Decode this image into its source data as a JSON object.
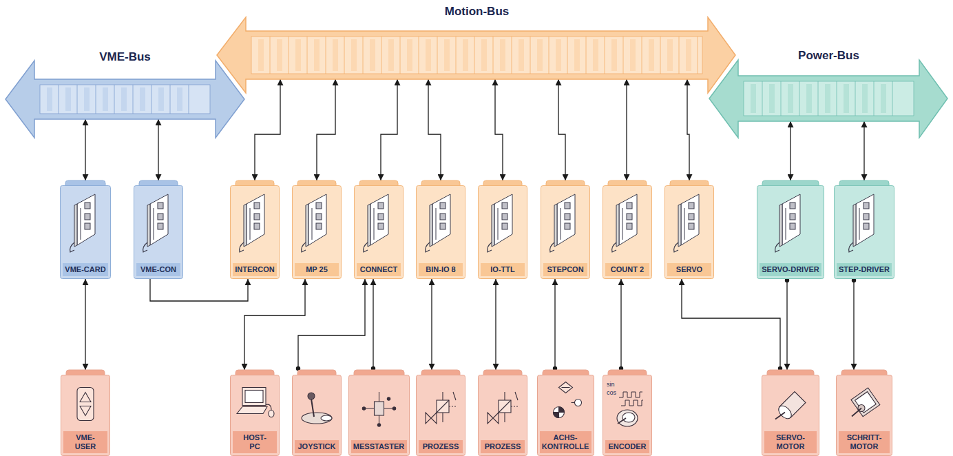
{
  "diagram": {
    "nodes": [
      {
        "text": [
          "VME-Bus"
        ]
      },
      {
        "text": [
          "Motion-Bus"
        ]
      },
      {
        "text": [
          "Power-Bus"
        ]
      },
      {
        "text": [
          "VME-CARD"
        ]
      },
      {
        "text": [
          "VME-CON"
        ]
      },
      {
        "text": [
          "INTERCON"
        ]
      },
      {
        "text": [
          "MP 25"
        ]
      },
      {
        "text": [
          "CONNECT"
        ]
      },
      {
        "text": [
          "BIN-IO 8"
        ]
      },
      {
        "text": [
          "IO-TTL"
        ]
      },
      {
        "text": [
          "STEPCON"
        ]
      },
      {
        "text": [
          "COUNT 2"
        ]
      },
      {
        "text": [
          "SERVO"
        ]
      },
      {
        "text": [
          "SERVO-DRIVER"
        ]
      },
      {
        "text": [
          "STEP-DRIVER"
        ]
      },
      {
        "text": [
          "VME-USER"
        ]
      },
      {
        "text": [
          "HOST-PC"
        ]
      },
      {
        "text": [
          "JOYSTICK"
        ]
      },
      {
        "text": [
          "MESSTASTER"
        ]
      },
      {
        "text": [
          "PROZESS"
        ]
      },
      {
        "text": [
          "PROZESS"
        ]
      },
      {
        "text": [
          "ACHS- KONTROLLE"
        ]
      },
      {
        "text": [
          "ENCODER"
        ]
      },
      {
        "text": [
          "SERVO- MOTOR"
        ]
      },
      {
        "text": [
          "SCHRITT- MOTOR"
        ]
      }
    ],
    "edges": [
      {
        "from": 0,
        "to": 3,
        "arrow": "both"
      },
      {
        "from": 0,
        "to": 4,
        "arrow": "both"
      },
      {
        "from": 1,
        "to": 5,
        "arrow": "both"
      },
      {
        "from": 1,
        "to": 6,
        "arrow": "both"
      },
      {
        "from": 1,
        "to": 7,
        "arrow": "both"
      },
      {
        "from": 1,
        "to": 8,
        "arrow": "both"
      },
      {
        "from": 1,
        "to": 9,
        "arrow": "both"
      },
      {
        "from": 1,
        "to": 10,
        "arrow": "both"
      },
      {
        "from": 1,
        "to": 11,
        "arrow": "both"
      },
      {
        "from": 1,
        "to": 12,
        "arrow": "both"
      },
      {
        "from": 2,
        "to": 13,
        "arrow": "both"
      },
      {
        "from": 2,
        "to": 14,
        "arrow": "both"
      },
      {
        "from": 3,
        "to": 15,
        "arrow": "both"
      },
      {
        "from": 4,
        "to": 5,
        "arrow": "to"
      },
      {
        "from": 6,
        "to": 16,
        "arrow": "both"
      },
      {
        "from": 17,
        "to": 7,
        "arrow": "to"
      },
      {
        "from": 18,
        "to": 7,
        "arrow": "to"
      },
      {
        "from": 8,
        "to": 19,
        "arrow": "both"
      },
      {
        "from": 9,
        "to": 20,
        "arrow": "both"
      },
      {
        "from": 21,
        "to": 10,
        "arrow": "to"
      },
      {
        "from": 22,
        "to": 11,
        "arrow": "to"
      },
      {
        "from": 23,
        "to": 12,
        "arrow": "to"
      },
      {
        "from": 13,
        "to": 23,
        "arrow": "to"
      },
      {
        "from": 14,
        "to": 24,
        "arrow": "to"
      }
    ],
    "labels": [
      "sin",
      "cos"
    ]
  }
}
